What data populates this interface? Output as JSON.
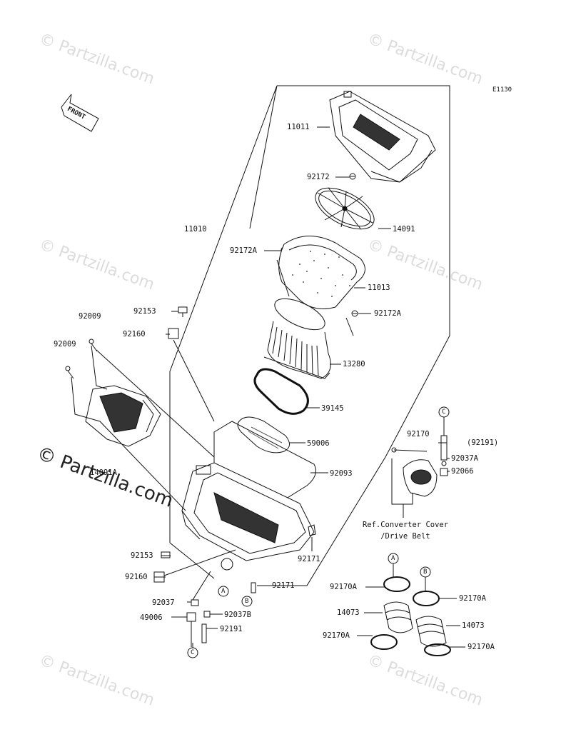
{
  "diagram_code": "E1130",
  "front_label": "FRONT",
  "watermarks": {
    "small": "© Partzilla.com",
    "big": "© Partzilla.com"
  },
  "part_labels": {
    "p11011": "11011",
    "p92172": "92172",
    "p14091": "14091",
    "p11010": "11010",
    "p92172A_top": "92172A",
    "p11013": "11013",
    "p92172A_right": "92172A",
    "p92153_top": "92153",
    "p92160_top": "92160",
    "p92009_a": "92009",
    "p92009_b": "92009",
    "p13280": "13280",
    "p39145": "39145",
    "p59006": "59006",
    "p14091A": "14091A",
    "p92093": "92093",
    "p92170": "92170",
    "p92191_paren": "(92191)",
    "p92037A": "92037A",
    "p92066": "92066",
    "p92171_a": "92171",
    "p92153_bottom": "92153",
    "p92160_bottom": "92160",
    "p92171_b": "92171",
    "p92037": "92037",
    "p49006": "49006",
    "p92037B": "92037B",
    "p92191": "92191",
    "p92170A_1": "92170A",
    "p92170A_2": "92170A",
    "p14073_1": "14073",
    "p14073_2": "14073",
    "p92170A_3": "92170A",
    "p92170A_4": "92170A"
  },
  "callouts": {
    "A1": "A",
    "B1": "B",
    "C1": "C",
    "C2": "C",
    "A2": "A",
    "B2": "B"
  },
  "ref_note": {
    "line1": "Ref.Converter Cover",
    "line2": "/Drive Belt"
  }
}
